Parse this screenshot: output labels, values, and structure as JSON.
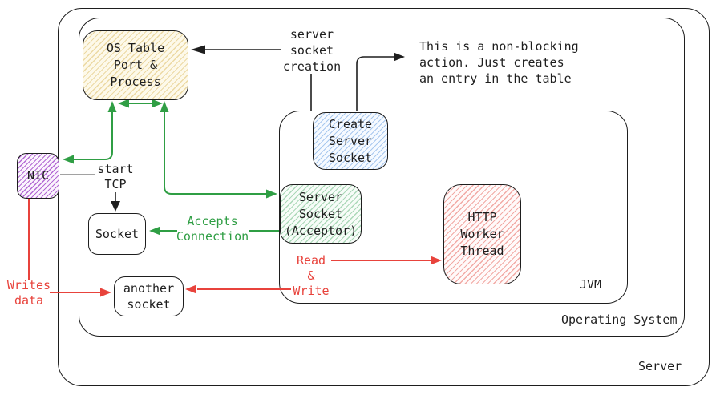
{
  "diagram": {
    "containers": {
      "server": {
        "label": "Server"
      },
      "operating_system": {
        "label": "Operating System"
      },
      "jvm": {
        "label": "JVM"
      }
    },
    "nodes": {
      "os_table": {
        "label": "OS Table\nPort &\nProcess"
      },
      "nic": {
        "label": "NIC"
      },
      "socket": {
        "label": "Socket"
      },
      "another_socket": {
        "label": "another\nsocket"
      },
      "create_server_socket": {
        "label": "Create\nServer\nSocket"
      },
      "server_socket": {
        "label": "Server\nSocket\n(Acceptor)"
      },
      "http_worker": {
        "label": "HTTP\nWorker\nThread"
      }
    },
    "annotations": {
      "server_socket_creation": {
        "label": "server\nsocket\ncreation"
      },
      "non_blocking": {
        "label": "This is a non-blocking\naction. Just creates\nan entry in the table"
      },
      "start_tcp": {
        "label": "start\nTCP"
      },
      "accepts_connection": {
        "label": "Accepts\nConnection"
      },
      "read_write": {
        "label": "Read\n&\nWrite"
      },
      "writes_data": {
        "label": "Writes\ndata"
      }
    },
    "colors": {
      "ink": "#1e1e1e",
      "green": "#2f9e44",
      "red": "#e8433c",
      "yellow_hatch": "#ecd9a3",
      "purple_hatch": "#b36ad4",
      "blue_hatch": "#a8c8ef",
      "green_hatch": "#abd8b8",
      "pink_hatch": "#f2aaa5",
      "cream": "#fdf9ea"
    }
  }
}
